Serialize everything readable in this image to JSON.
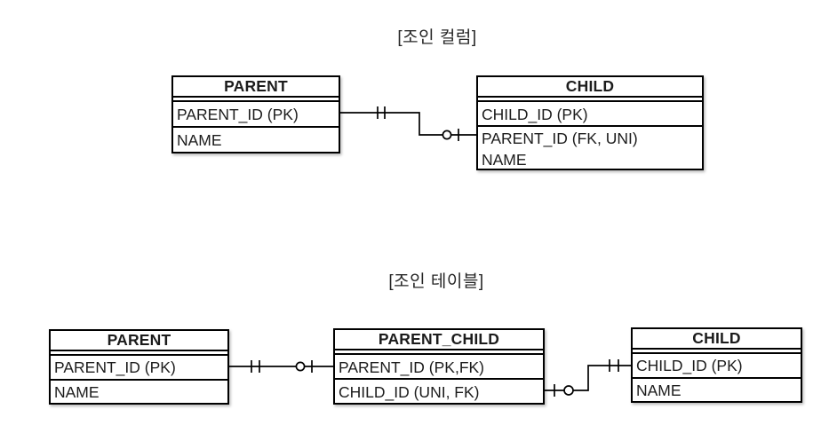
{
  "colors": {
    "background": "#ffffff",
    "line": "#000000",
    "text": "#1c1c1c",
    "table_fill": "#ffffff"
  },
  "top_diagram": {
    "title": "[조인 컬럼]",
    "tables": {
      "parent": {
        "title": "PARENT",
        "cells": [
          [
            "PARENT_ID (PK)"
          ],
          [
            "NAME"
          ]
        ]
      },
      "child": {
        "title": "CHILD",
        "cells": [
          [
            "CHILD_ID (PK)"
          ],
          [
            "PARENT_ID (FK, UNI)",
            "NAME"
          ]
        ]
      }
    },
    "relation": {
      "from_table": "PARENT",
      "to_table": "CHILD",
      "from_cardinality": "exactly-one (double tick)",
      "to_cardinality": "zero-or-one (circle + tick)"
    }
  },
  "bottom_diagram": {
    "title": "[조인 테이블]",
    "tables": {
      "parent": {
        "title": "PARENT",
        "cells": [
          [
            "PARENT_ID (PK)"
          ],
          [
            "NAME"
          ]
        ]
      },
      "join": {
        "title": "PARENT_CHILD",
        "cells": [
          [
            "PARENT_ID (PK,FK)"
          ],
          [
            "CHILD_ID (UNI, FK)"
          ]
        ]
      },
      "child": {
        "title": "CHILD",
        "cells": [
          [
            "CHILD_ID (PK)"
          ],
          [
            "NAME"
          ]
        ]
      }
    },
    "relations": [
      {
        "from_table": "PARENT",
        "to_table": "PARENT_CHILD",
        "from_cardinality": "exactly-one (double tick)",
        "to_cardinality": "zero-or-one (circle + tick)"
      },
      {
        "from_table": "PARENT_CHILD",
        "to_table": "CHILD",
        "from_cardinality": "zero-or-one (tick + circle)",
        "to_cardinality": "exactly-one (double tick)"
      }
    ]
  }
}
